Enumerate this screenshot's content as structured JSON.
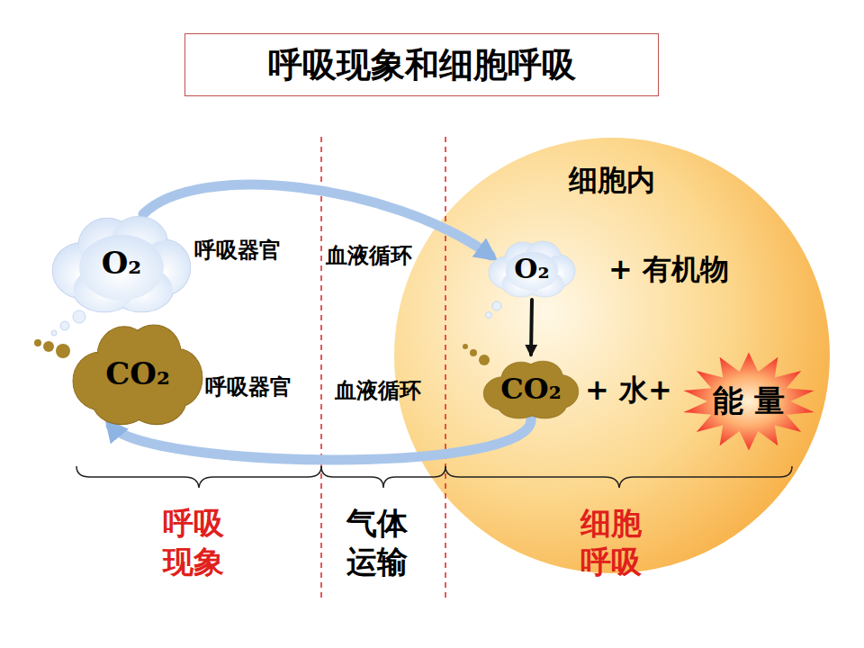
{
  "diagram": {
    "title": "呼吸现象和细胞呼吸",
    "nodes": [
      {
        "text": [
          "细胞内"
        ]
      },
      {
        "text": [
          "O₂"
        ]
      },
      {
        "text": [
          "CO₂"
        ]
      },
      {
        "text": [
          "O₂"
        ],
        "in": 0
      },
      {
        "text": [
          "CO₂"
        ],
        "in": 0
      },
      {
        "text": [
          "能 量"
        ],
        "in": 0
      }
    ],
    "edges": [
      {
        "from": 1,
        "to": 3,
        "arrow": "to"
      },
      {
        "from": 3,
        "to": 4,
        "arrow": "to"
      },
      {
        "from": 4,
        "to": 2,
        "arrow": "to"
      }
    ],
    "labels": [
      "呼吸器官",
      "血液循环",
      "+ 有机物",
      "呼吸器官",
      "血液循环",
      "+ 水+",
      "呼吸现象",
      "气体运输",
      "细胞呼吸"
    ]
  }
}
